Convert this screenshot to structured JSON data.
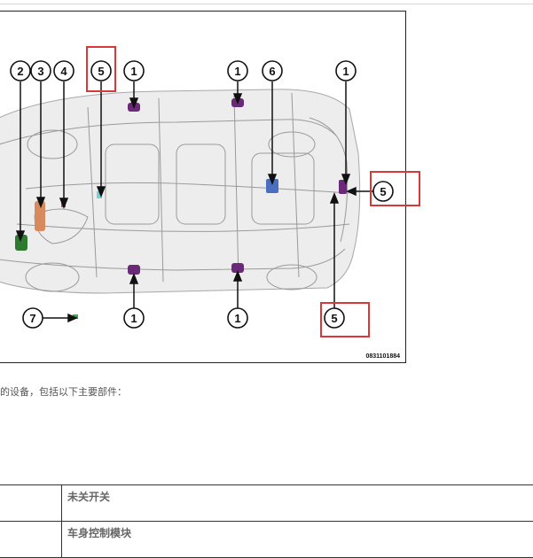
{
  "figure": {
    "figure_id": "0831101884",
    "callouts": [
      {
        "label": "2"
      },
      {
        "label": "3"
      },
      {
        "label": "4"
      },
      {
        "label": "5"
      },
      {
        "label": "1"
      },
      {
        "label": "1"
      },
      {
        "label": "6"
      },
      {
        "label": "1"
      },
      {
        "label": "5"
      },
      {
        "label": "7"
      },
      {
        "label": "1"
      },
      {
        "label": "1"
      },
      {
        "label": "5"
      }
    ],
    "colors": {
      "purple_part": "#6b2a78",
      "blue_part": "#4a6fc0",
      "green_part": "#2f7a2f",
      "orange_part": "#d98a5c",
      "highlight_box": "#d93838"
    }
  },
  "intro_text": "的设备，包括以下主要部件：",
  "parts_table": {
    "rows": [
      {
        "number": "",
        "name": "未关开关"
      },
      {
        "number": "",
        "name": "车身控制模块"
      }
    ]
  }
}
